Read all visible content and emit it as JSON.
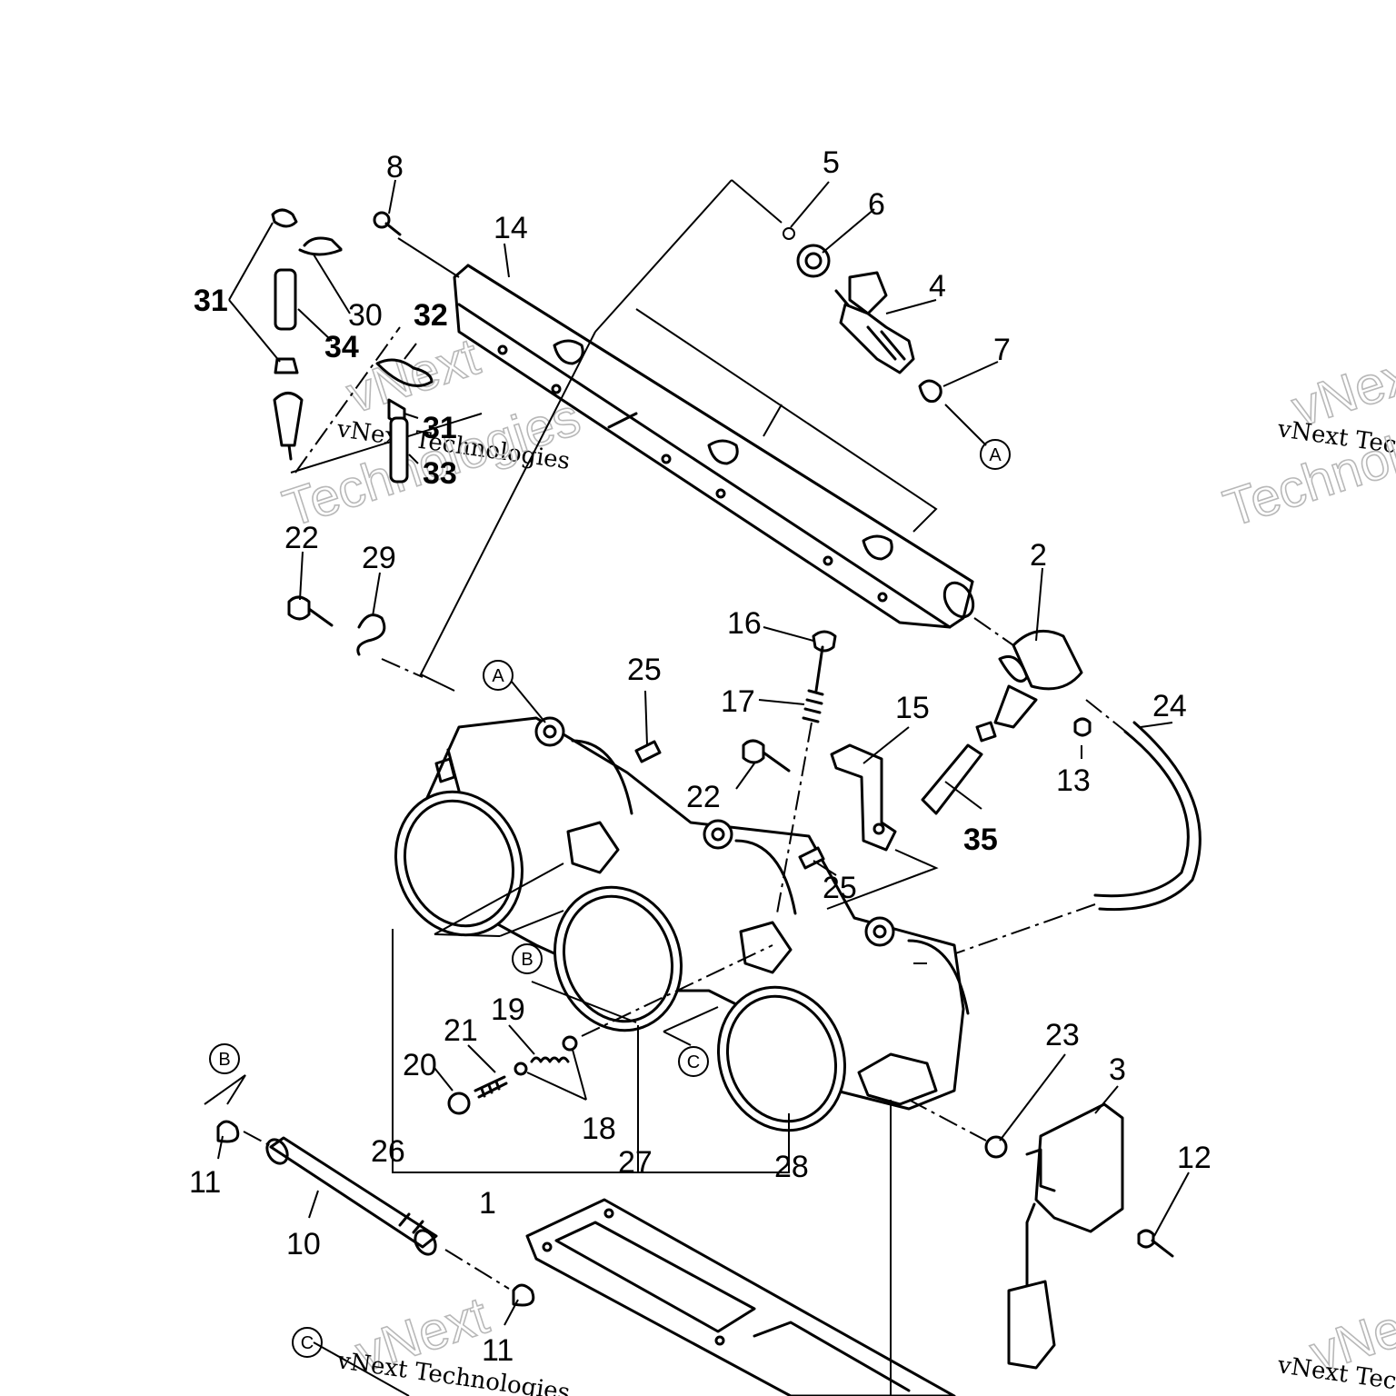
{
  "watermark": {
    "line1": "vNext",
    "line2": "vNext Technologies",
    "line3": "Technologies"
  },
  "callouts": {
    "c1": "1",
    "c2": "2",
    "c3": "3",
    "c4": "4",
    "c5": "5",
    "c6": "6",
    "c7": "7",
    "c8": "8",
    "c10": "10",
    "c11": "11",
    "c12": "12",
    "c13": "13",
    "c14": "14",
    "c15": "15",
    "c16": "16",
    "c17": "17",
    "c18": "18",
    "c19": "19",
    "c20": "20",
    "c21": "21",
    "c22": "22",
    "c23": "23",
    "c24": "24",
    "c25": "25",
    "c26": "26",
    "c27": "27",
    "c28": "28",
    "c29": "29",
    "c30": "30",
    "c31": "31",
    "c32": "32",
    "c33": "33",
    "c34": "34",
    "c35": "35"
  },
  "refs": {
    "a": "A",
    "b": "B",
    "c": "C"
  }
}
